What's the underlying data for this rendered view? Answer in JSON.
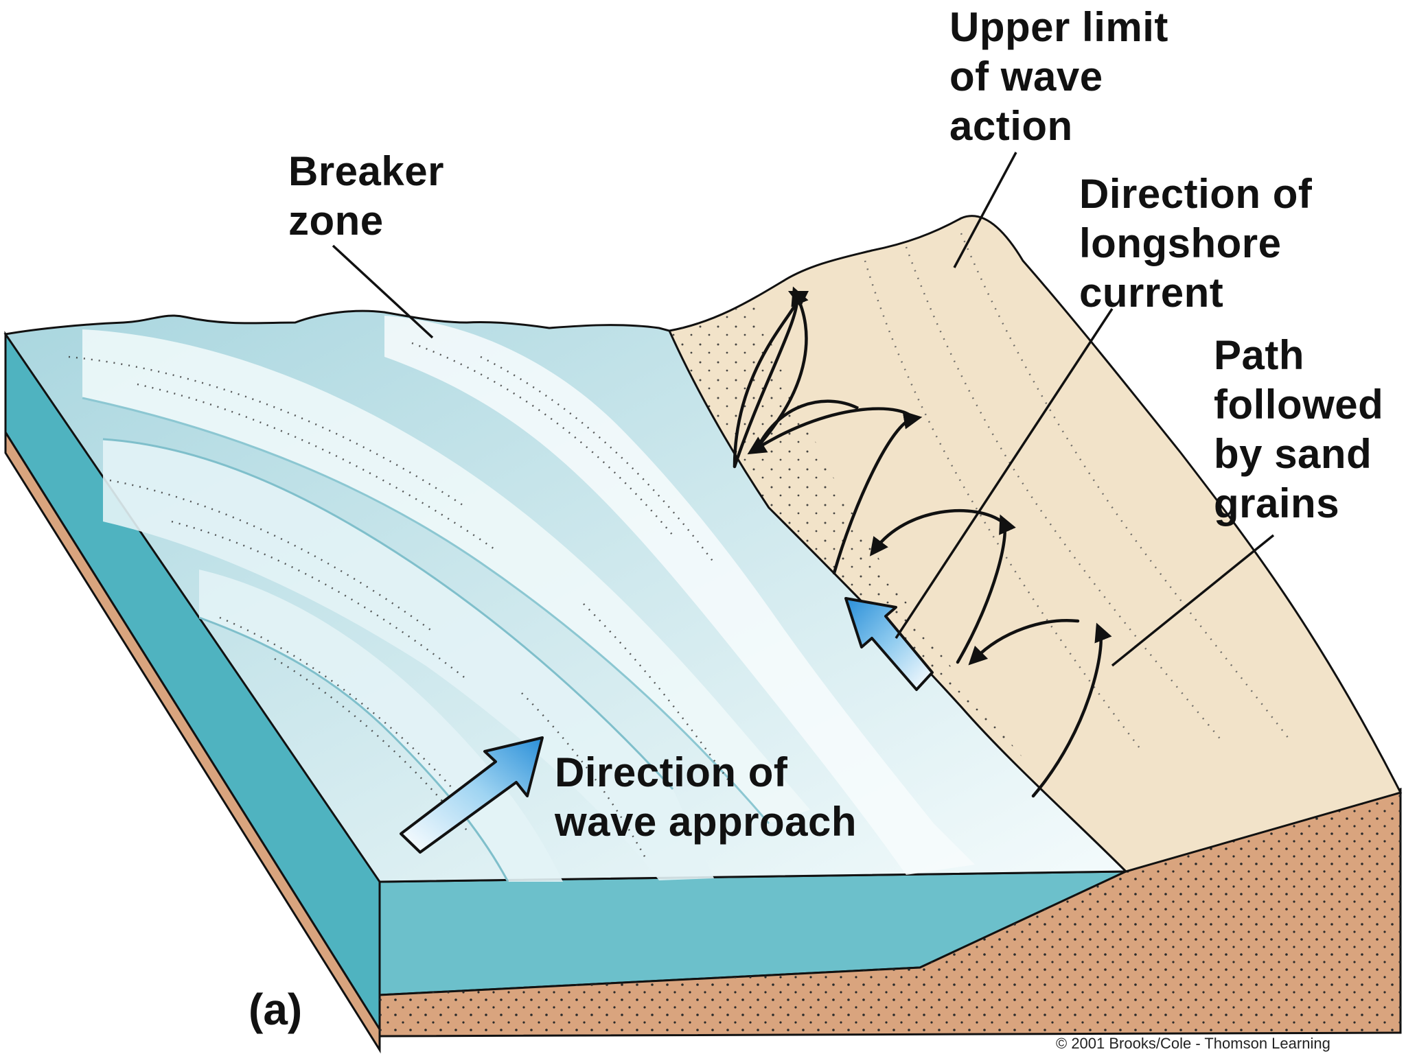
{
  "labels": {
    "upper_limit": "Upper limit\nof wave\naction",
    "breaker_zone": "Breaker\nzone",
    "longshore_current": "Direction of\nlongshore\ncurrent",
    "sand_path": "Path\nfollowed\nby sand\ngrains",
    "wave_approach": "Direction of\nwave approach",
    "panel": "(a)"
  },
  "copyright": "© 2001 Brooks/Cole - Thomson Learning",
  "colors": {
    "water_light": "#dff0f3",
    "water_mid": "#b7dde4",
    "water_side": "#4fb3c0",
    "water_front": "#6cc0cb",
    "beach": "#f2e3c9",
    "sediment": "#d9a47e",
    "arrow_blue": "#3a9fe0",
    "outline": "#111111"
  }
}
